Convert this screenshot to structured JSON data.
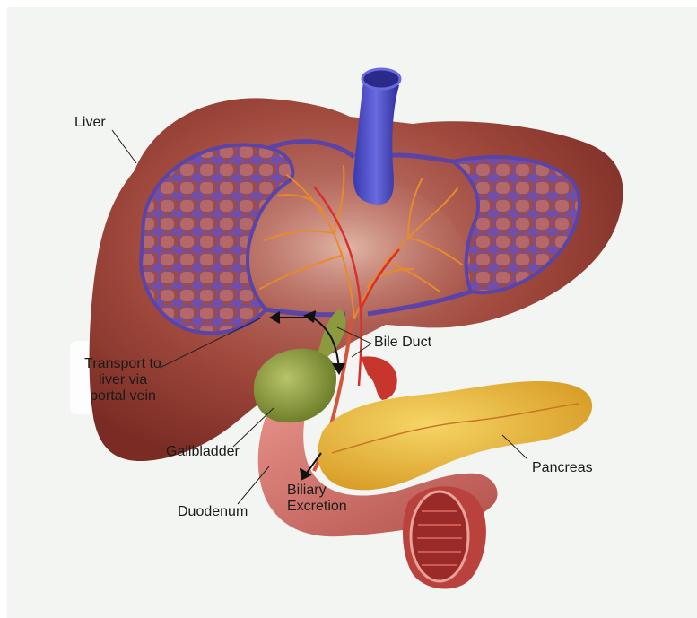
{
  "labels": {
    "liver": "Liver",
    "bile_duct": "Bile Duct",
    "transport_line1": "Transport to",
    "transport_line2": "liver via",
    "transport_line3": "portal vein",
    "gallbladder": "Gallbladder",
    "pancreas": "Pancreas",
    "duodenum": "Duodenum",
    "biliary_line1": "Biliary",
    "biliary_line2": "Excretion"
  },
  "colors": {
    "background": "#f3f5f3",
    "liver": "#a24a3e",
    "liver_highlight": "#c98a78",
    "portal_vein": "#4a4ac0",
    "bile_vessels": "#e88a2a",
    "hepatic_artery": "#d8302a",
    "gallbladder": "#8a9a3c",
    "pancreas": "#e8b63a",
    "duodenum": "#cc6a60",
    "label_text": "#1a1a1a"
  }
}
